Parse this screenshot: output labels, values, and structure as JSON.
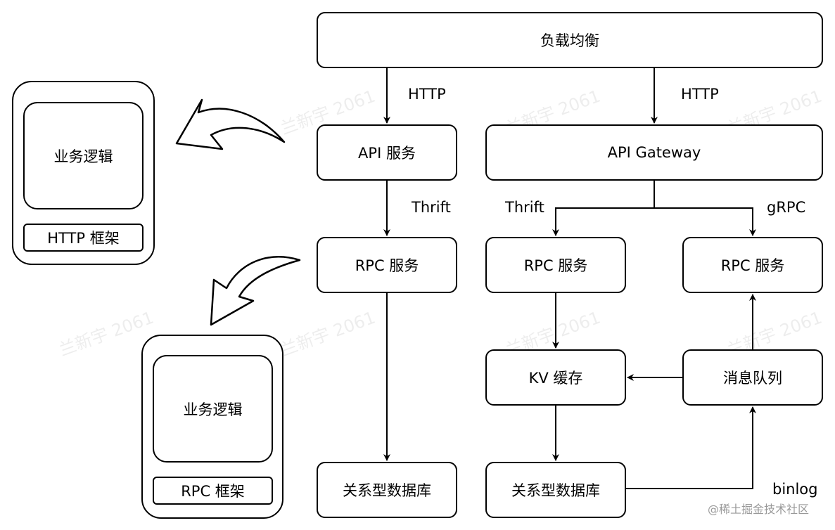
{
  "watermark": "兰新宇 2061",
  "nodes": {
    "load_balancer": "负载均衡",
    "api_service": "API 服务",
    "api_gateway": "API Gateway",
    "rpc_service_left": "RPC 服务",
    "rpc_service_mid": "RPC 服务",
    "rpc_service_right": "RPC 服务",
    "kv_cache": "KV 缓存",
    "message_queue": "消息队列",
    "db_left": "关系型数据库",
    "db_mid": "关系型数据库"
  },
  "edge_labels": {
    "http_left": "HTTP",
    "http_right": "HTTP",
    "thrift_left": "Thrift",
    "thrift_mid": "Thrift",
    "grpc": "gRPC",
    "binlog": "binlog"
  },
  "panels": {
    "http_panel": {
      "logic": "业务逻辑",
      "framework": "HTTP 框架"
    },
    "rpc_panel": {
      "logic": "业务逻辑",
      "framework": "RPC 框架"
    }
  },
  "credit": "@稀土掘金技术社区"
}
